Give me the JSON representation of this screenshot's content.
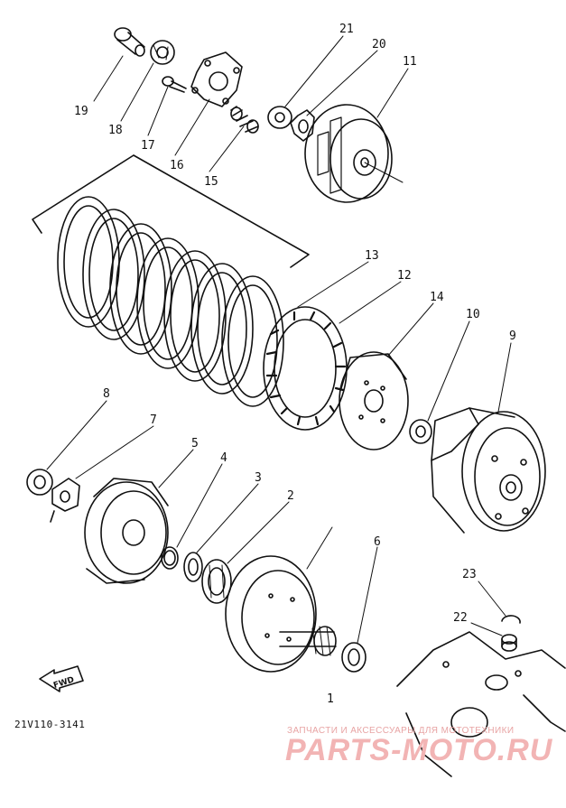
{
  "diagram": {
    "callouts": [
      {
        "id": "c1",
        "label": "1"
      },
      {
        "id": "c2",
        "label": "2"
      },
      {
        "id": "c3",
        "label": "3"
      },
      {
        "id": "c4",
        "label": "4"
      },
      {
        "id": "c5",
        "label": "5"
      },
      {
        "id": "c6",
        "label": "6"
      },
      {
        "id": "c7",
        "label": "7"
      },
      {
        "id": "c8",
        "label": "8"
      },
      {
        "id": "c9",
        "label": "9"
      },
      {
        "id": "c10",
        "label": "10"
      },
      {
        "id": "c11",
        "label": "11"
      },
      {
        "id": "c12",
        "label": "12"
      },
      {
        "id": "c13",
        "label": "13"
      },
      {
        "id": "c14",
        "label": "14"
      },
      {
        "id": "c15",
        "label": "15"
      },
      {
        "id": "c16",
        "label": "16"
      },
      {
        "id": "c17",
        "label": "17"
      },
      {
        "id": "c18",
        "label": "18"
      },
      {
        "id": "c19",
        "label": "19"
      },
      {
        "id": "c20",
        "label": "20"
      },
      {
        "id": "c21",
        "label": "21"
      },
      {
        "id": "c22",
        "label": "22"
      },
      {
        "id": "c23",
        "label": "23"
      }
    ],
    "direction_badge": "FWD",
    "drawing_code": "21V110-3141"
  },
  "watermark": {
    "tagline": "ЗАПЧАСТИ И АКСЕССУАРЫ ДЛЯ МОТОТЕХНИКИ",
    "brand": "PARTS-MOTO.RU",
    "color": "#f2b4b4"
  }
}
